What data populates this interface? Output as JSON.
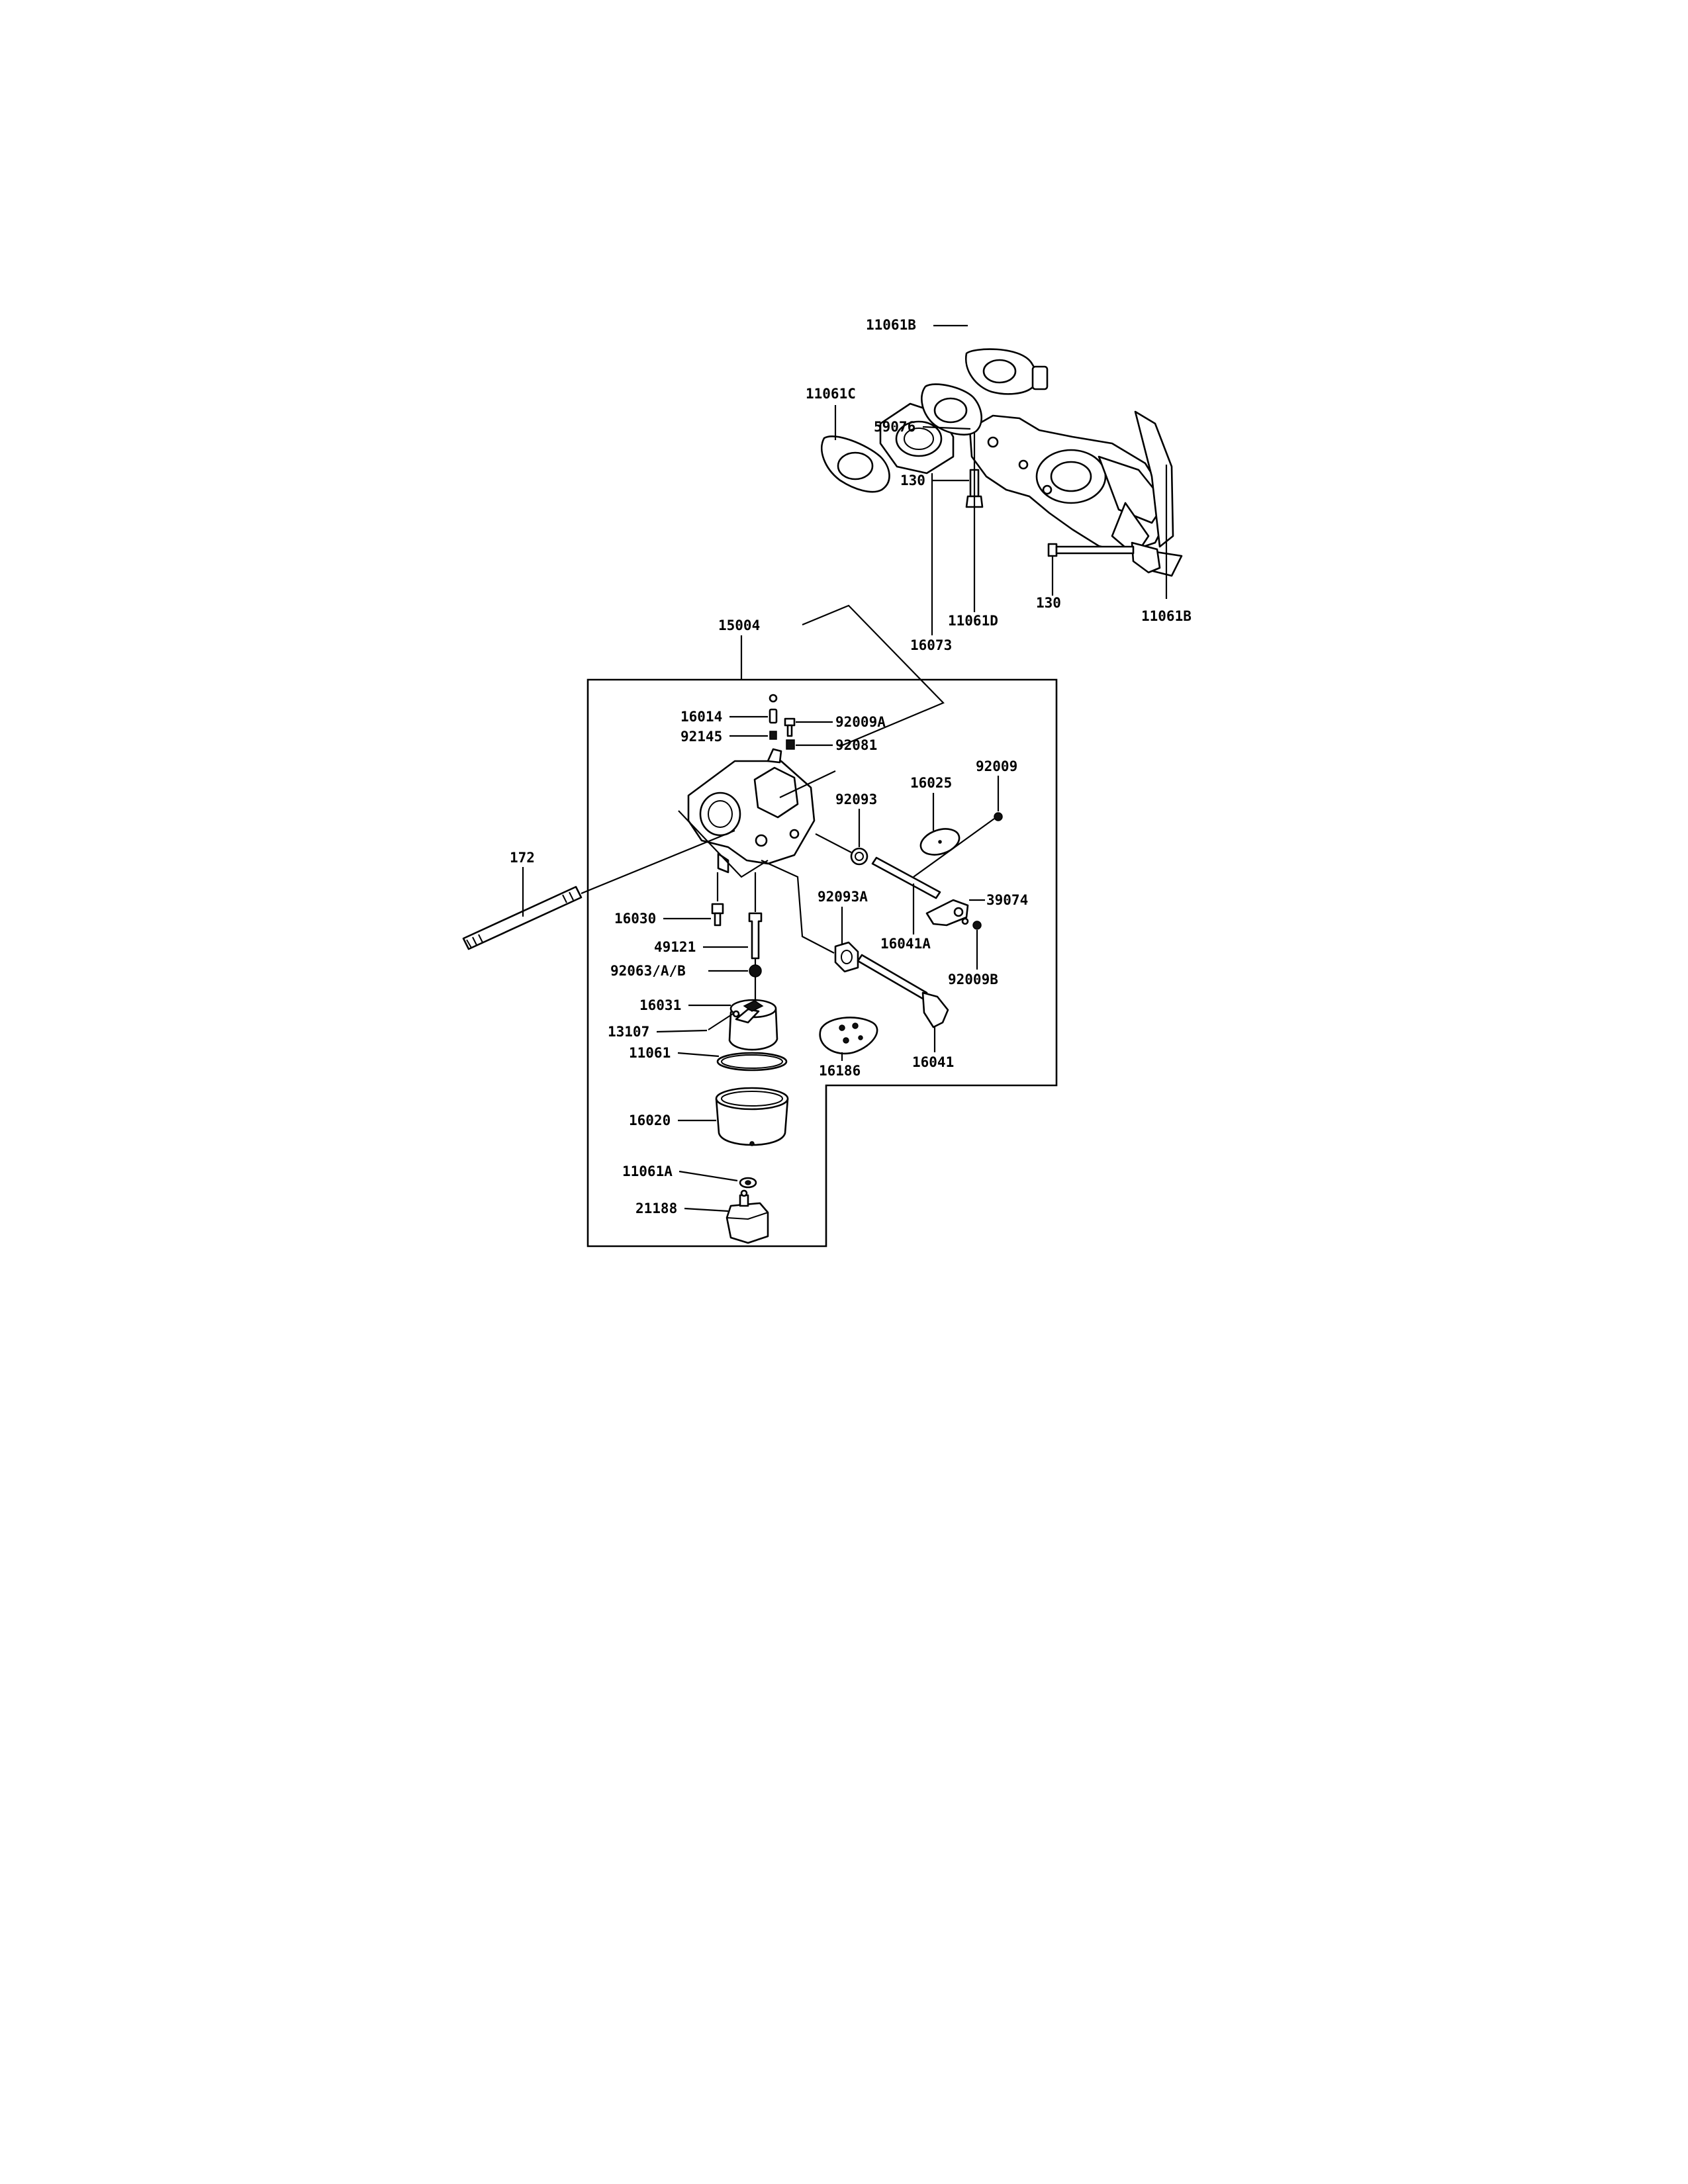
{
  "labels": [
    "11061B",
    "59076",
    "130",
    "11061C",
    "130",
    "11061B",
    "16073",
    "11061D",
    "15004",
    "16014",
    "92009A",
    "92145",
    "92081",
    "92093",
    "16025",
    "92009",
    "172",
    "92093A",
    "39074",
    "16030",
    "16041A",
    "49121",
    "92009B",
    "92063/A/B",
    "16031",
    "13107",
    "11061",
    "16186",
    "16041",
    "16020",
    "11061A",
    "21188"
  ]
}
